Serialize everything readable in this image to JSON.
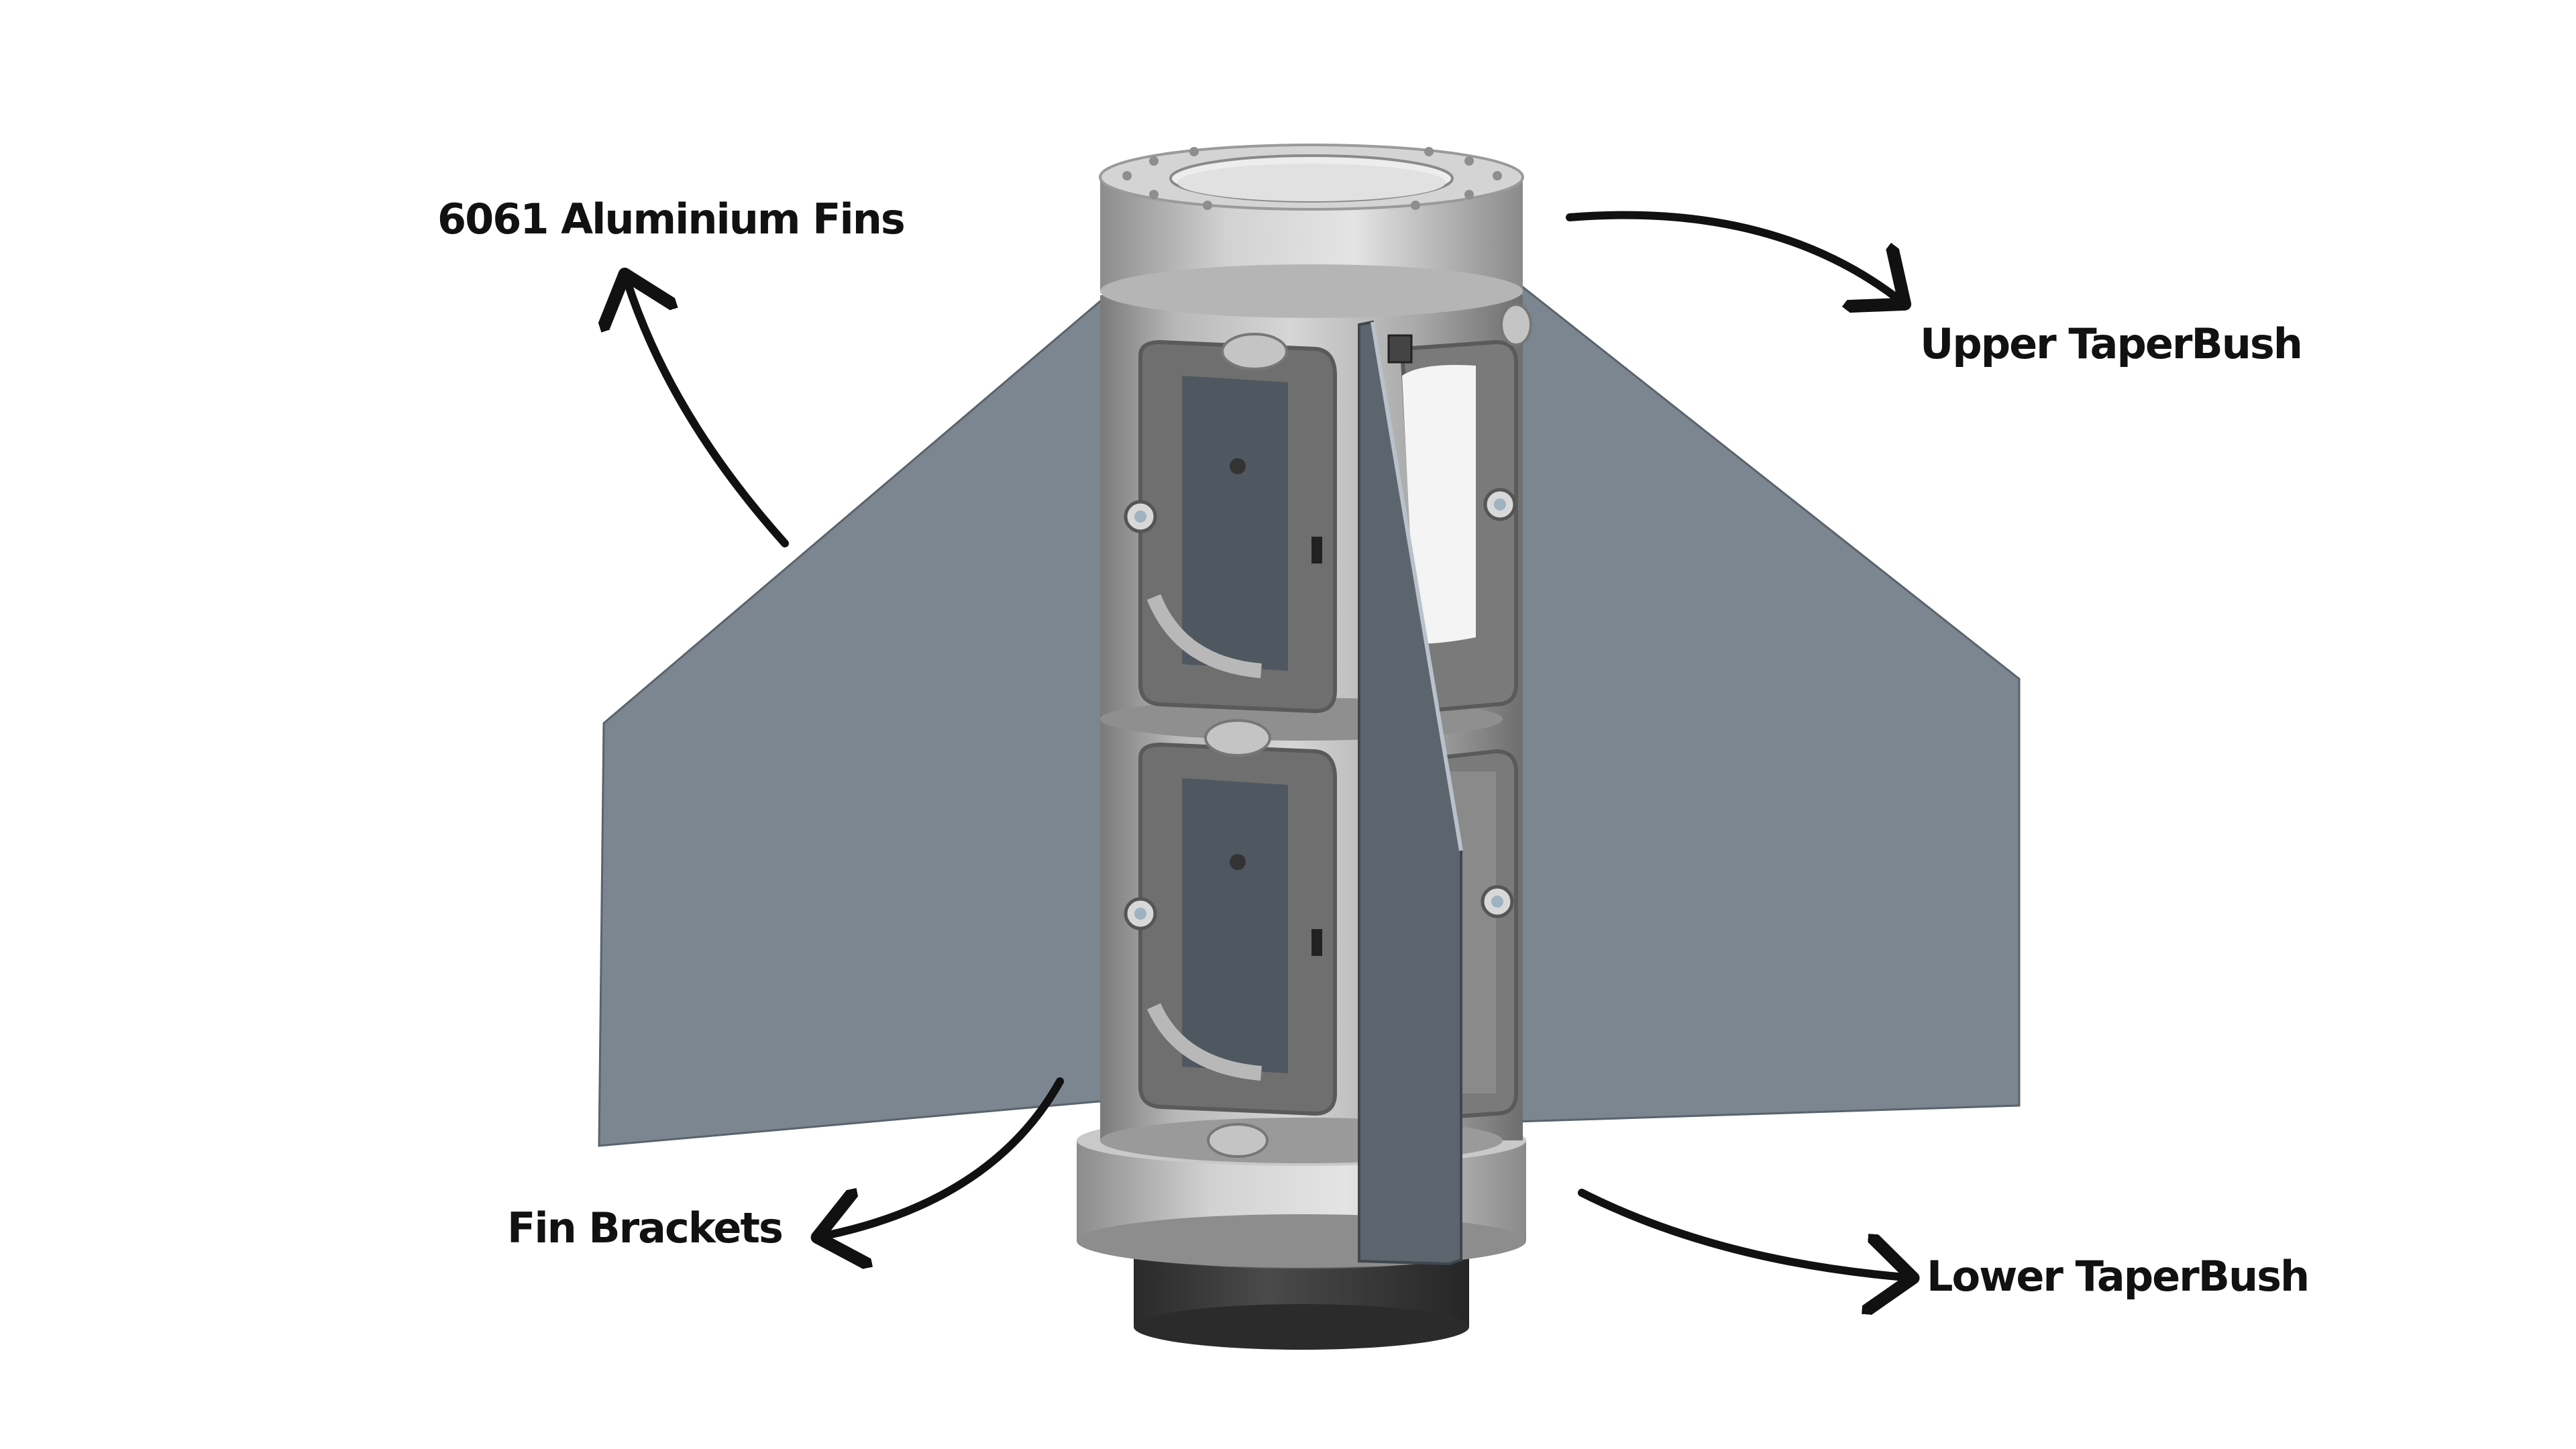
{
  "labels": {
    "fins": "6061 Aluminium Fins",
    "upper_taperbush": "Upper TaperBush",
    "fin_brackets": "Fin Brackets",
    "lower_taperbush": "Lower TaperBush"
  },
  "colors": {
    "background": "#ffffff",
    "fin": "#7b8690",
    "fin_dark": "#4d545c",
    "fin_front": "#5e666f",
    "body": "#a3a3a3",
    "body_light": "#cfcfcf",
    "body_dark": "#6c6c6c",
    "base": "#3b3b3b",
    "arrow": "#111111",
    "label_text": "#111111"
  },
  "icons": {
    "arrow": "curved-arrow-icon"
  }
}
